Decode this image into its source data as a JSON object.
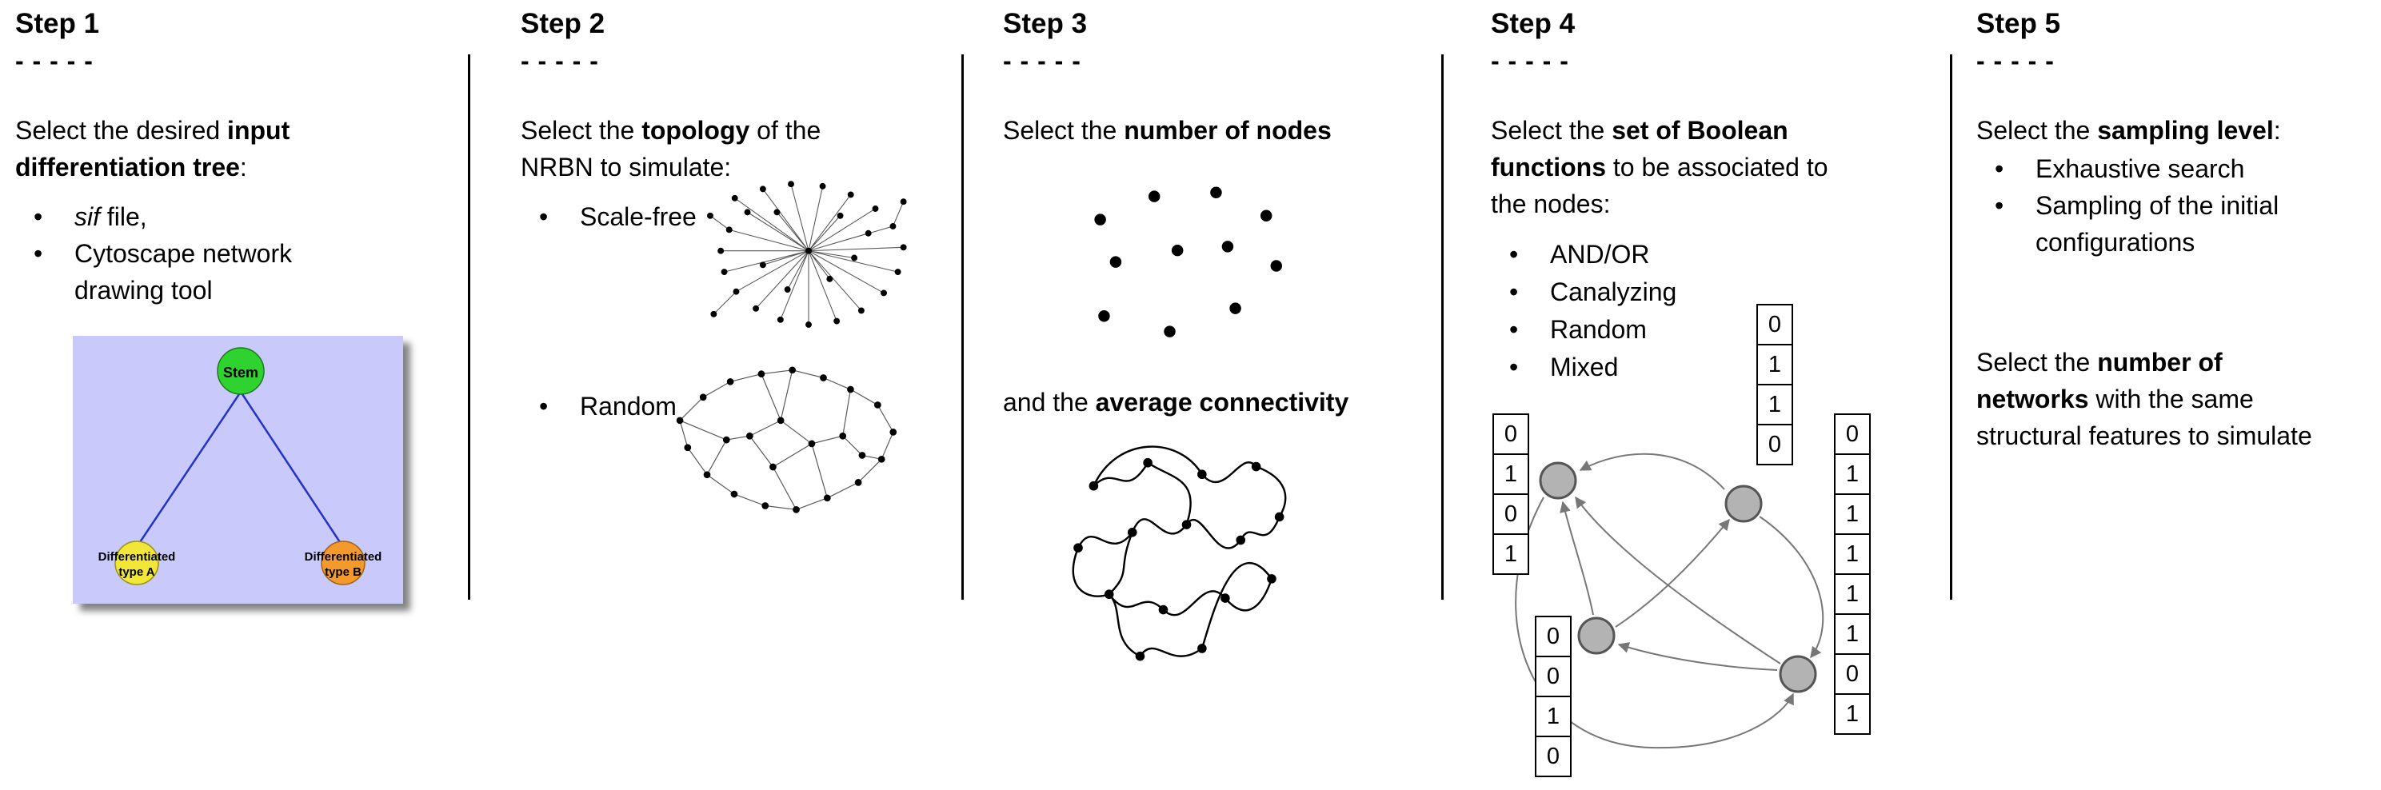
{
  "s1": {
    "title": "Step 1",
    "dashes": "- - - - -",
    "intro": {
      "pre": "Select the desired ",
      "bold": "input differentiation tree",
      "post": ":"
    },
    "bullets": [
      {
        "italic": "sif",
        "rest": " file,"
      },
      {
        "text": "Cytoscape network drawing tool"
      }
    ],
    "tree": {
      "stem": "Stem",
      "left_line1": "Differentiated",
      "left_line2": "type A",
      "right_line1": "Differentiated",
      "right_line2": "type B",
      "colors": {
        "bg": "#c9c9fb",
        "stem": "#2fd32f",
        "left": "#f2e738",
        "right": "#f49a2c",
        "edge": "#2233cc"
      }
    }
  },
  "s2": {
    "title": "Step 2",
    "dashes": "- - - - -",
    "intro": {
      "pre": "Select the ",
      "bold": "topology",
      "post": " of the NRBN to simulate:"
    },
    "bullets": [
      {
        "text": "Scale-free"
      },
      {
        "text": "Random"
      }
    ]
  },
  "s3": {
    "title": "Step 3",
    "dashes": "- - - - -",
    "intro": {
      "pre": "Select the ",
      "bold": "number of nodes",
      "post": ""
    },
    "second": {
      "pre": "and the ",
      "bold": "average connectivity",
      "post": ""
    }
  },
  "s4": {
    "title": "Step 4",
    "dashes": "- - - - -",
    "intro": {
      "pre": "Select the ",
      "bold": "set of Boolean functions",
      "post": " to be associated to the nodes:"
    },
    "bullets": [
      {
        "text": "AND/OR"
      },
      {
        "text": "Canalyzing"
      },
      {
        "text": "Random"
      },
      {
        "text": "Mixed"
      }
    ],
    "tables": {
      "left": [
        "0",
        "1",
        "0",
        "1"
      ],
      "top": [
        "0",
        "1",
        "1",
        "0"
      ],
      "bottom_left": [
        "0",
        "0",
        "1",
        "0"
      ],
      "right": [
        "0",
        "1",
        "1",
        "1",
        "1",
        "1",
        "0",
        "1"
      ]
    }
  },
  "s5": {
    "title": "Step 5",
    "dashes": "- - - - -",
    "intro": {
      "pre": "Select the ",
      "bold": "sampling level",
      "post": ":"
    },
    "bullets": [
      {
        "text": "Exhaustive search"
      },
      {
        "text": "Sampling of the initial configurations"
      }
    ],
    "second": {
      "pre": "Select the ",
      "bold": "number of networks",
      "post": " with the same structural features to simulate"
    }
  }
}
